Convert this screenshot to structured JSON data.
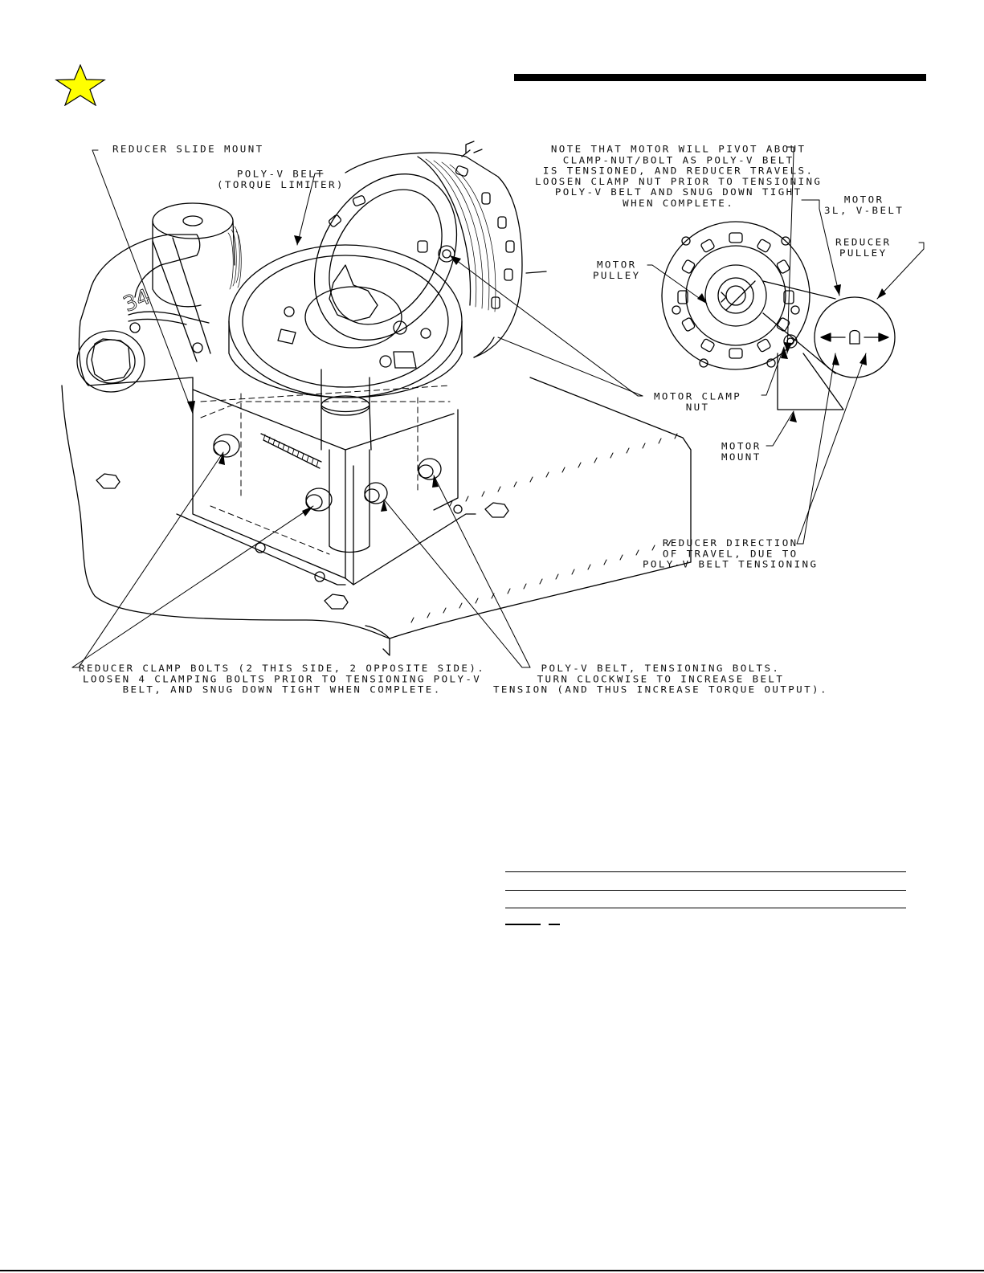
{
  "page": {
    "star_color": "#ffff00",
    "star_icon": "star-icon",
    "accent_rule_color": "#000000"
  },
  "labels": {
    "reducer_slide_mount": "REDUCER SLIDE MOUNT",
    "poly_v_belt": "POLY-V BELT\n(TORQUE LIMITER)",
    "pivot_note": "NOTE THAT MOTOR WILL PIVOT ABOUT\nCLAMP-NUT/BOLT AS POLY-V BELT\nIS TENSIONED, AND REDUCER TRAVELS.\nLOOSEN CLAMP NUT PRIOR TO TENSIONING\nPOLY-V BELT AND SNUG DOWN TIGHT\nWHEN COMPLETE.",
    "motor_v_belt": "MOTOR\n3L, V-BELT",
    "reducer_pulley": "REDUCER\nPULLEY",
    "motor_pulley": "MOTOR\nPULLEY",
    "motor_clamp_nut": "MOTOR CLAMP\nNUT",
    "motor_mount": "MOTOR\nMOUNT",
    "reducer_direction": "REDUCER DIRECTION\nOF TRAVEL, DUE TO\nPOLY-V BELT TENSIONING",
    "reducer_clamp_bolts": "REDUCER CLAMP BOLTS (2 THIS SIDE, 2 OPPOSITE SIDE).\nLOOSEN 4 CLAMPING BOLTS PRIOR TO TENSIONING POLY-V\nBELT, AND SNUG DOWN TIGHT WHEN COMPLETE.",
    "tensioning_bolts": "POLY-V BELT, TENSIONING BOLTS.\nTURN CLOCKWISE TO INCREASE BELT\nTENSION (AND THUS INCREASE TORQUE OUTPUT).",
    "housing_marking": "34"
  }
}
